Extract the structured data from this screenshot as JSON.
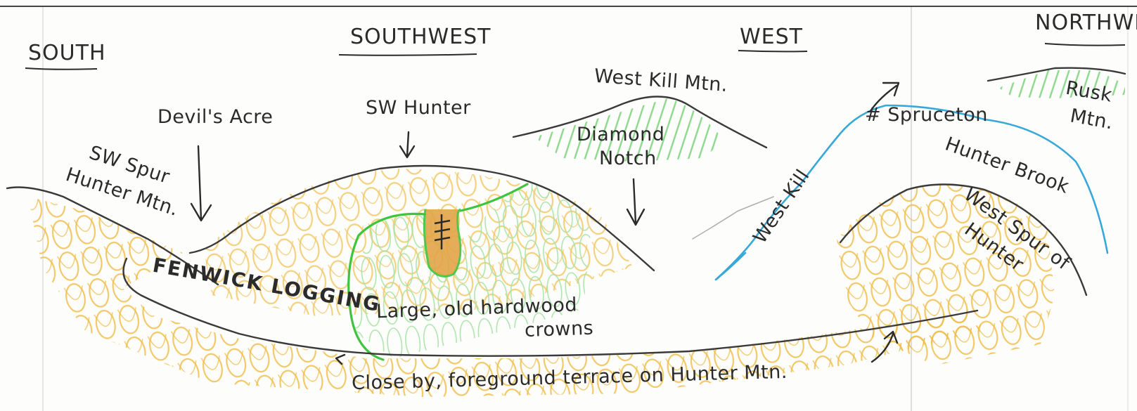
{
  "directions": [
    "SOUTH",
    "SOUTHWEST",
    "WEST",
    "NORTHWEST"
  ],
  "labels": {
    "devils_acre": "Devil's Acre",
    "sw_spur_line1": "SW Spur",
    "sw_spur_line2": "Hunter Mtn.",
    "sw_hunter": "SW Hunter",
    "west_kill_mtn": "West Kill Mtn.",
    "diamond_line1": "Diamond",
    "diamond_line2": "Notch",
    "spruceton": "# Spruceton",
    "rusk_line1": "Rusk",
    "rusk_line2": "Mtn.",
    "west_kill": "West Kill",
    "hunter_brook": "Hunter Brook",
    "west_spur_line1": "West Spur of",
    "west_spur_line2": "Hunter",
    "fenwick": "FENWICK LOGGING",
    "hardwood_line1": "Large, old hardwood",
    "hardwood_line2": "crowns",
    "foreground": "Close by, foreground terrace on Hunter Mtn."
  },
  "colors": {
    "pencil": "#3a3a3a",
    "orange_fill": "#f0c050",
    "green_fill": "#8ed88e",
    "green_outline": "#3fc43f",
    "stream_blue": "#38a8d8",
    "clearing_orange": "#d88a2a",
    "paper": "#fdfdfb"
  }
}
